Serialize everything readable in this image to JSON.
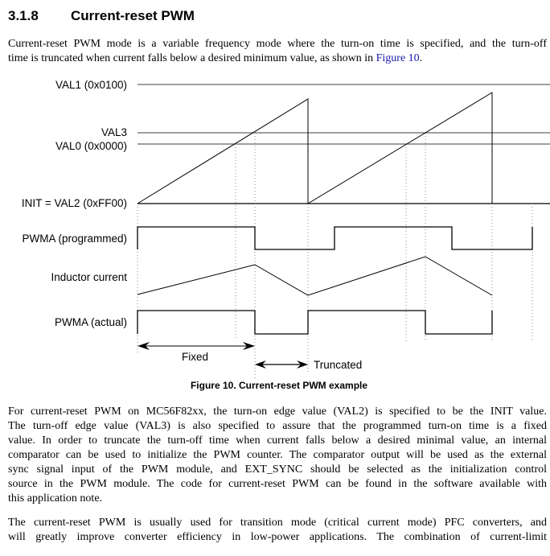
{
  "section": {
    "number": "3.1.8",
    "title": "Current-reset PWM"
  },
  "intro": {
    "line1": "Current-reset PWM mode is a variable frequency mode where the turn-on time is specified, and the turn-off",
    "line2_prefix": "time is truncated when current falls below a desired minimum value, as shown in ",
    "link": "Figure 10",
    "line2_suffix": "."
  },
  "figure": {
    "labels": {
      "val1": "VAL1 (0x0100)",
      "val3": "VAL3",
      "val0": "VAL0 (0x0000)",
      "init": "INIT = VAL2 (0xFF00)",
      "pwma_programmed": "PWMA (programmed)",
      "inductor": "Inductor current",
      "pwma_actual": "PWMA (actual)",
      "fixed": "Fixed",
      "truncated": "Truncated"
    },
    "caption": "Figure 10. Current-reset PWM example"
  },
  "para2": [
    "For current-reset PWM on MC56F82xx, the turn-on edge value (VAL2) is specified to be the INIT value.",
    "The turn-off edge value (VAL3) is also specified to assure that the programmed turn-on time is a fixed",
    "value. In order to truncate the turn-off time when current falls below a desired minimal value, an internal",
    "comparator can be used to initialize the PWM counter. The comparator output will be used as the external",
    "sync signal input of the PWM module, and EXT_SYNC should be selected as the initialization control",
    "source in the PWM module. The code for current-reset PWM can be found in the software available with",
    "this application note."
  ],
  "para3": [
    "The current-reset PWM is usually used for transition mode (critical current mode) PFC converters, and",
    "will greatly improve converter efficiency in low-power applications. The combination of current-limit"
  ]
}
